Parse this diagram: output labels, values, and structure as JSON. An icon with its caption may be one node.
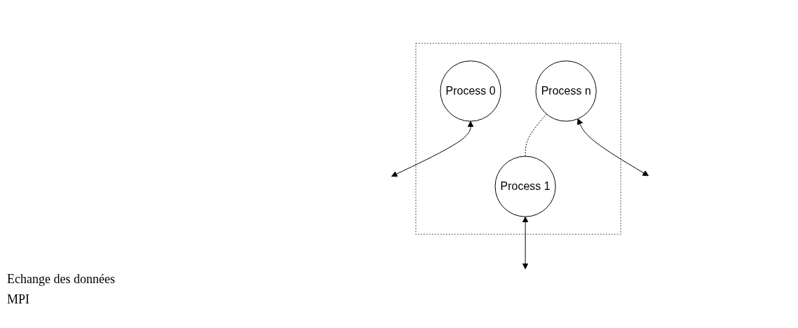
{
  "diagram": {
    "nodes": [
      {
        "text": [],
        "shape": "box"
      },
      {
        "text": [
          "Process 0"
        ],
        "in": 0
      },
      {
        "text": [
          "Process 1"
        ],
        "in": 0
      },
      {
        "text": [
          "Process n"
        ],
        "in": 0
      }
    ],
    "edges": [
      {
        "from": 2,
        "to": 3,
        "arrow": "none",
        "style": "dashed"
      },
      {
        "from": 1,
        "to": null,
        "arrow": "both"
      },
      {
        "from": 2,
        "to": null,
        "arrow": "both"
      },
      {
        "from": 3,
        "to": null,
        "arrow": "both"
      }
    ],
    "labels": [
      "Echange des données",
      "MPI"
    ]
  }
}
